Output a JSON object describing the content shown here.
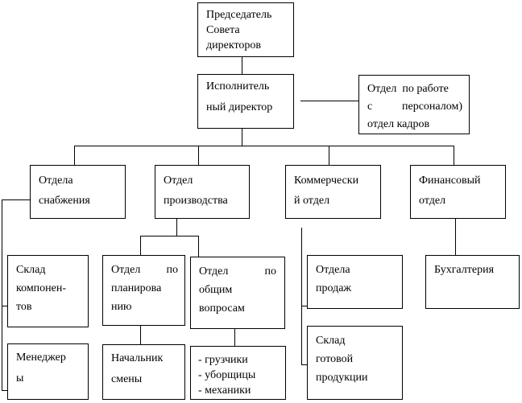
{
  "chairman": [
    "Председатель",
    "Совета",
    "директоров"
  ],
  "executive": [
    "Исполнитель",
    "ный директор"
  ],
  "hr": [
    "Отдел  по работе",
    "с      персоналом)",
    "отдел кадров"
  ],
  "departments": {
    "supply": [
      "Отдела",
      "снабжения"
    ],
    "production": [
      "Отдел",
      "производства"
    ],
    "commercial": [
      "Коммерчески",
      "й отдел"
    ],
    "finance": [
      "Финансовый",
      "отдел"
    ]
  },
  "sub": {
    "components_warehouse": [
      "Склад",
      "компонен-",
      "тов"
    ],
    "managers": [
      "Менеджер",
      "ы"
    ],
    "planning": [
      "Отдел по",
      "планирова",
      "нию"
    ],
    "general": [
      "Отдел по",
      "общим",
      "вопросам"
    ],
    "shift_head": [
      "Начальник",
      "смены"
    ],
    "workers": [
      "- грузчики",
      "- уборщицы",
      "- механики"
    ],
    "sales": [
      "Отдела",
      "продаж"
    ],
    "finished_warehouse": [
      "Склад",
      "готовой",
      "продукции"
    ],
    "accounting": [
      "Бухгалтерия"
    ]
  }
}
